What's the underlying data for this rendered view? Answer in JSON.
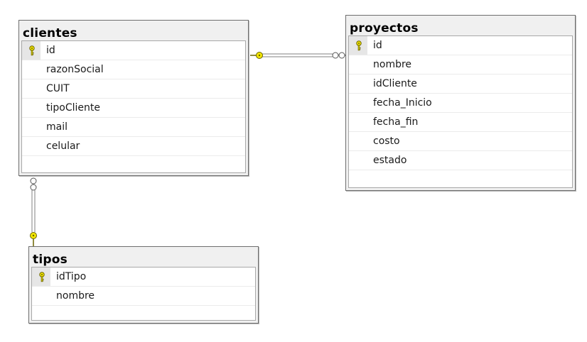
{
  "tables": {
    "clientes": {
      "title": "clientes",
      "columns": [
        {
          "name": "id",
          "primary_key": true
        },
        {
          "name": "razonSocial",
          "primary_key": false
        },
        {
          "name": "CUIT",
          "primary_key": false
        },
        {
          "name": "tipoCliente",
          "primary_key": false
        },
        {
          "name": "mail",
          "primary_key": false
        },
        {
          "name": "celular",
          "primary_key": false
        }
      ]
    },
    "proyectos": {
      "title": "proyectos",
      "columns": [
        {
          "name": "id",
          "primary_key": true
        },
        {
          "name": "nombre",
          "primary_key": false
        },
        {
          "name": "idCliente",
          "primary_key": false
        },
        {
          "name": "fecha_Inicio",
          "primary_key": false
        },
        {
          "name": "fecha_fin",
          "primary_key": false
        },
        {
          "name": "costo",
          "primary_key": false
        },
        {
          "name": "estado",
          "primary_key": false
        }
      ]
    },
    "tipos": {
      "title": "tipos",
      "columns": [
        {
          "name": "idTipo",
          "primary_key": true
        },
        {
          "name": "nombre",
          "primary_key": false
        }
      ]
    }
  },
  "relationships": [
    {
      "from": "clientes",
      "to": "proyectos",
      "one_end": "clientes",
      "many_end": "proyectos"
    },
    {
      "from": "tipos",
      "to": "clientes",
      "one_end": "tipos",
      "many_end": "clientes"
    }
  ],
  "icons": {
    "primary_key": "key-icon",
    "one_end": "key-icon",
    "many_end": "infinity-icon"
  },
  "colors": {
    "key_fill": "#f2e600",
    "key_stroke": "#6b6400",
    "connector": "#808080"
  }
}
